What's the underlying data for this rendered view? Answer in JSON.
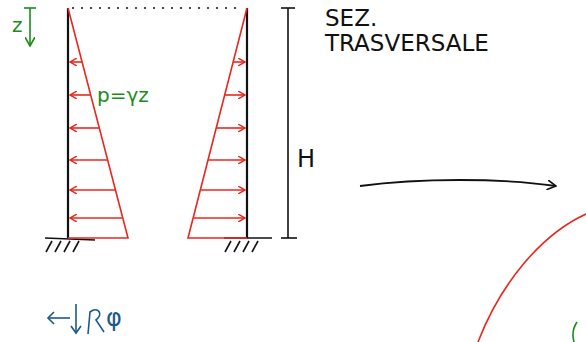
{
  "diagram": {
    "labels": [
      "SEZ. TRASVERSALE",
      "z",
      "p=γz",
      "H",
      "φ"
    ]
  }
}
